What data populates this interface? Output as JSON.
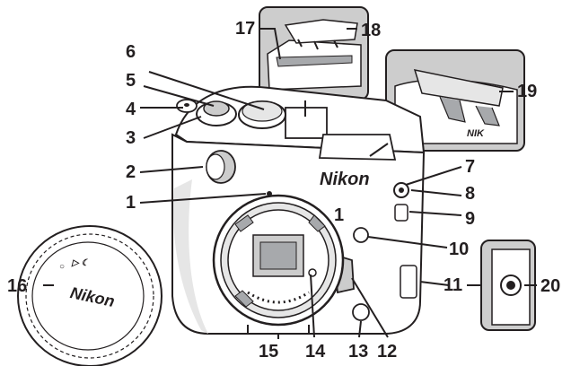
{
  "brand_text": "Nikon",
  "mount_marker": "1",
  "cap_marks": [
    "○",
    "▷ ☾"
  ],
  "callouts": [
    "1",
    "2",
    "3",
    "4",
    "5",
    "6",
    "7",
    "8",
    "9",
    "10",
    "11",
    "12",
    "13",
    "14",
    "15",
    "16",
    "17",
    "18",
    "19",
    "20"
  ],
  "colors": {
    "ink": "#231f20",
    "body_fill": "#ffffff",
    "shade_light": "#e6e6e6",
    "shade_mid": "#cccccc",
    "shade_dark": "#a7a9ac",
    "inset_bg": "#cdcdcd"
  }
}
